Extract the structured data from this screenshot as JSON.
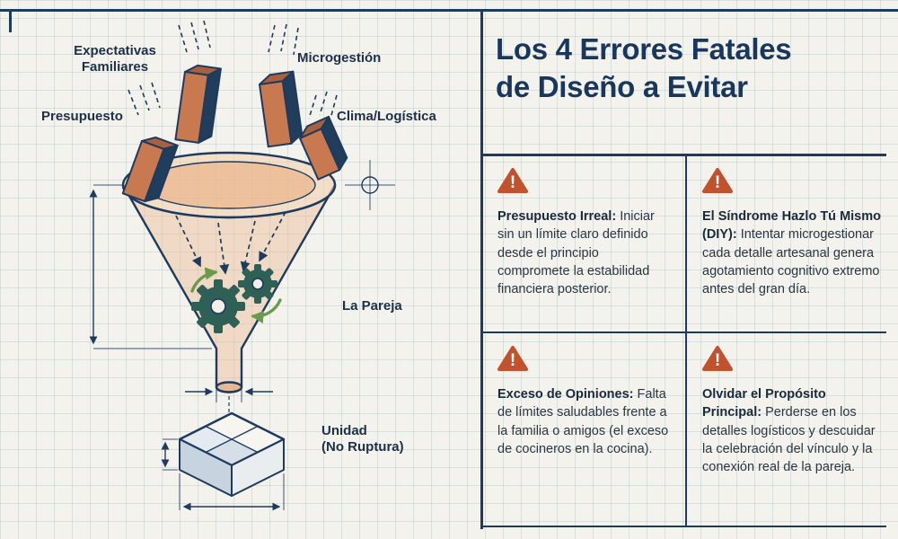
{
  "title": {
    "line1": "Los 4 Errores Fatales",
    "line2": "de Diseño a Evitar"
  },
  "funnel_diagram": {
    "labels": {
      "expectativas": [
        "Expectativas",
        "Familiares"
      ],
      "microgestion": "Microgestión",
      "presupuesto": "Presupuesto",
      "clima": "Clima/Logística",
      "pareja": "La Pareja",
      "unidad": [
        "Unidad",
        "(No Ruptura)"
      ]
    }
  },
  "errors": [
    {
      "heading": "Presupuesto Irreal:",
      "body": "Iniciar sin un límite claro definido desde el principio compromete la estabilidad financiera posterior."
    },
    {
      "heading": "El Síndrome Hazlo Tú Mismo (DIY):",
      "body": "Intentar microgestionar cada detalle artesanal genera agotamiento cognitivo extremo antes del gran día."
    },
    {
      "heading": "Exceso de Opiniones:",
      "body": "Falta de límites saludables frente a la familia o amigos (el exceso de cocineros en la cocina)."
    },
    {
      "heading": "Olvidar el Propósito Principal:",
      "body": "Perderse en los detalles logísticos y descuidar la celebración del vínculo y la conexión real de la pareja."
    }
  ],
  "icons": {
    "warning_glyph": "!"
  },
  "colors": {
    "navy": "#1d3a5f",
    "title": "#17375e",
    "warning": "#c2512e",
    "block_orange": "#c8794f",
    "block_dark": "#203d5c",
    "block_top": "#a9603c",
    "gear": "#2e6056",
    "green": "#6a9a4b",
    "paper": "#f3f2ec",
    "text": "#2a3644"
  }
}
